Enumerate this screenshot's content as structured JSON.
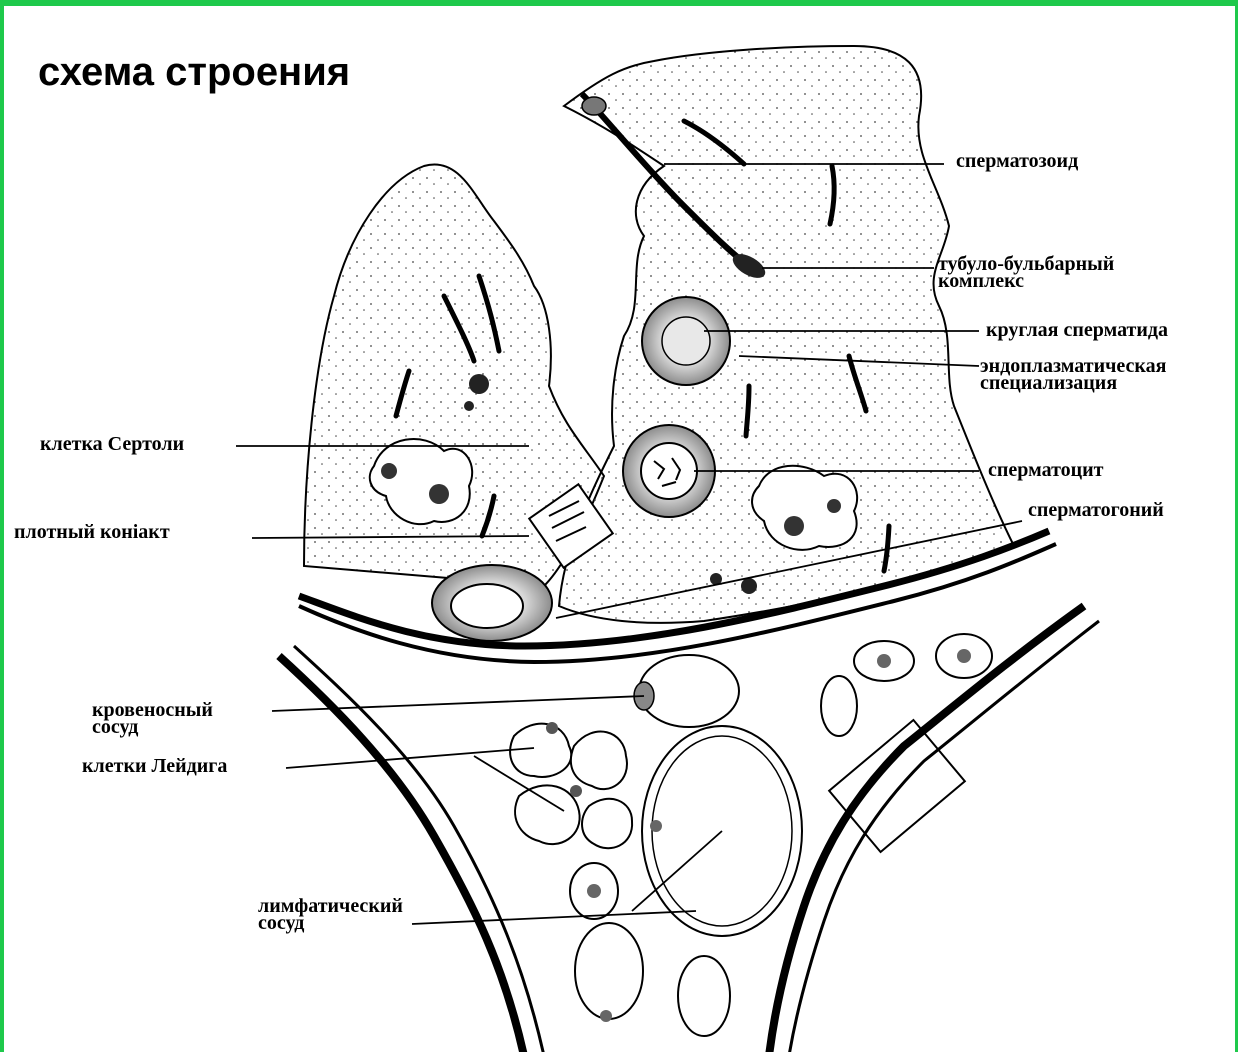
{
  "title": "схема строения",
  "labels": {
    "spermatozoid": "сперматозоид",
    "tubulo_line1": "тубуло-бульбарный",
    "tubulo_line2": "комплекс",
    "round_spermatid": "круглая сперматида",
    "endo_line1": "эндоплазматическая",
    "endo_line2": "специализация",
    "spermatocyte": "сперматоцит",
    "spermatogonium": "сперматогоний",
    "sertoli": "клетка Сертоли",
    "tight_contact": "плотный коніакт",
    "blood_line1": "кровеносный",
    "blood_line2": "сосуд",
    "leydig": "клетки Лейдига",
    "lymph_line1": "лимфатический",
    "lymph_line2": "сосуд"
  },
  "colors": {
    "border": "#1ec94b",
    "ink": "#000000",
    "nucleus_halo": "#9a9a9a",
    "background": "#ffffff"
  }
}
